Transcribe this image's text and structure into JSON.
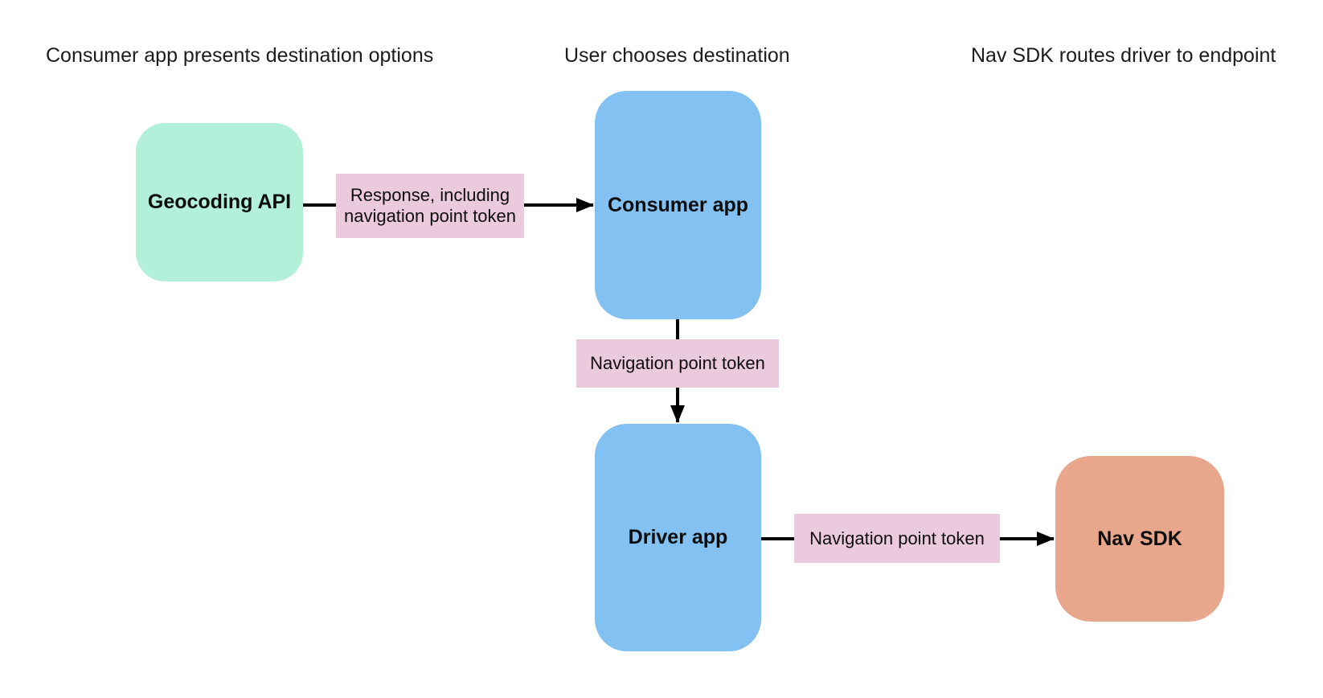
{
  "diagram": {
    "background_color": "#ffffff",
    "phase_labels": [
      {
        "text": "Consumer app presents destination options"
      },
      {
        "text": "User chooses destination"
      },
      {
        "text": "Nav SDK routes driver to endpoint"
      }
    ],
    "nodes": [
      {
        "id": "geocoding-api",
        "label": "Geocoding API",
        "color": "#b2f0da"
      },
      {
        "id": "consumer-app",
        "label": "Consumer app",
        "color": "#82c1f1"
      },
      {
        "id": "driver-app",
        "label": "Driver app",
        "color": "#82c1f1"
      },
      {
        "id": "nav-sdk",
        "label": "Nav SDK",
        "color": "#e8a78c"
      }
    ],
    "edges": [
      {
        "from": "geocoding-api",
        "to": "consumer-app",
        "label": "Response, including navigation point token",
        "label_color": "#eccadd",
        "arrow_color": "#000000",
        "direction": "right"
      },
      {
        "from": "consumer-app",
        "to": "driver-app",
        "label": "Navigation point token",
        "label_color": "#eccadd",
        "arrow_color": "#000000",
        "direction": "down"
      },
      {
        "from": "driver-app",
        "to": "nav-sdk",
        "label": "Navigation point token",
        "label_color": "#eccadd",
        "arrow_color": "#000000",
        "direction": "right"
      }
    ]
  }
}
